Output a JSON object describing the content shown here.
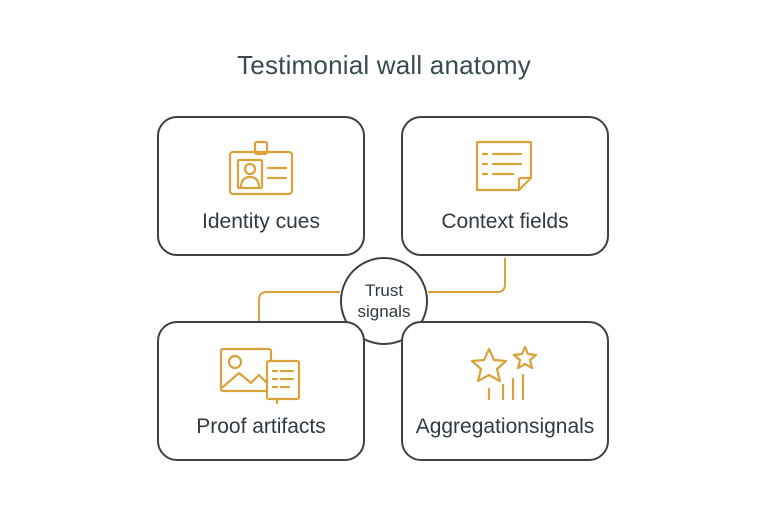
{
  "title": "Testimonial wall anatomy",
  "hub": {
    "line1": "Trust",
    "line2": "signals"
  },
  "cards": {
    "identity": {
      "label": "Identity cues",
      "icon": "id-badge-icon"
    },
    "context": {
      "label": "Context fields",
      "icon": "sticky-note-list-icon"
    },
    "proof": {
      "label": "Proof artifacts",
      "icon": "image-document-icon"
    },
    "aggregation": {
      "label": "Aggregationsignals",
      "icon": "stars-bars-icon"
    }
  },
  "colors": {
    "accent": "#d9a23b",
    "outline": "#3a4247",
    "text": "#303a40"
  }
}
